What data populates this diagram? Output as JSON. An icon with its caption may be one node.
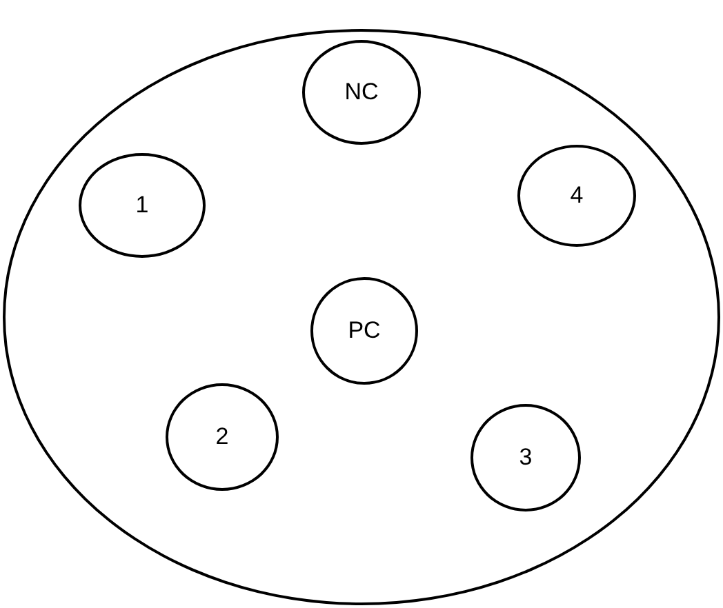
{
  "diagram": {
    "nodes": [
      {
        "text": [],
        "shape": "circle"
      },
      {
        "text": [
          "NC"
        ],
        "in": 0
      },
      {
        "text": [
          "1"
        ],
        "in": 0
      },
      {
        "text": [
          "4"
        ],
        "in": 0
      },
      {
        "text": [
          "PC"
        ],
        "in": 0
      },
      {
        "text": [
          "2"
        ],
        "in": 0
      },
      {
        "text": [
          "3"
        ],
        "in": 0
      }
    ]
  }
}
